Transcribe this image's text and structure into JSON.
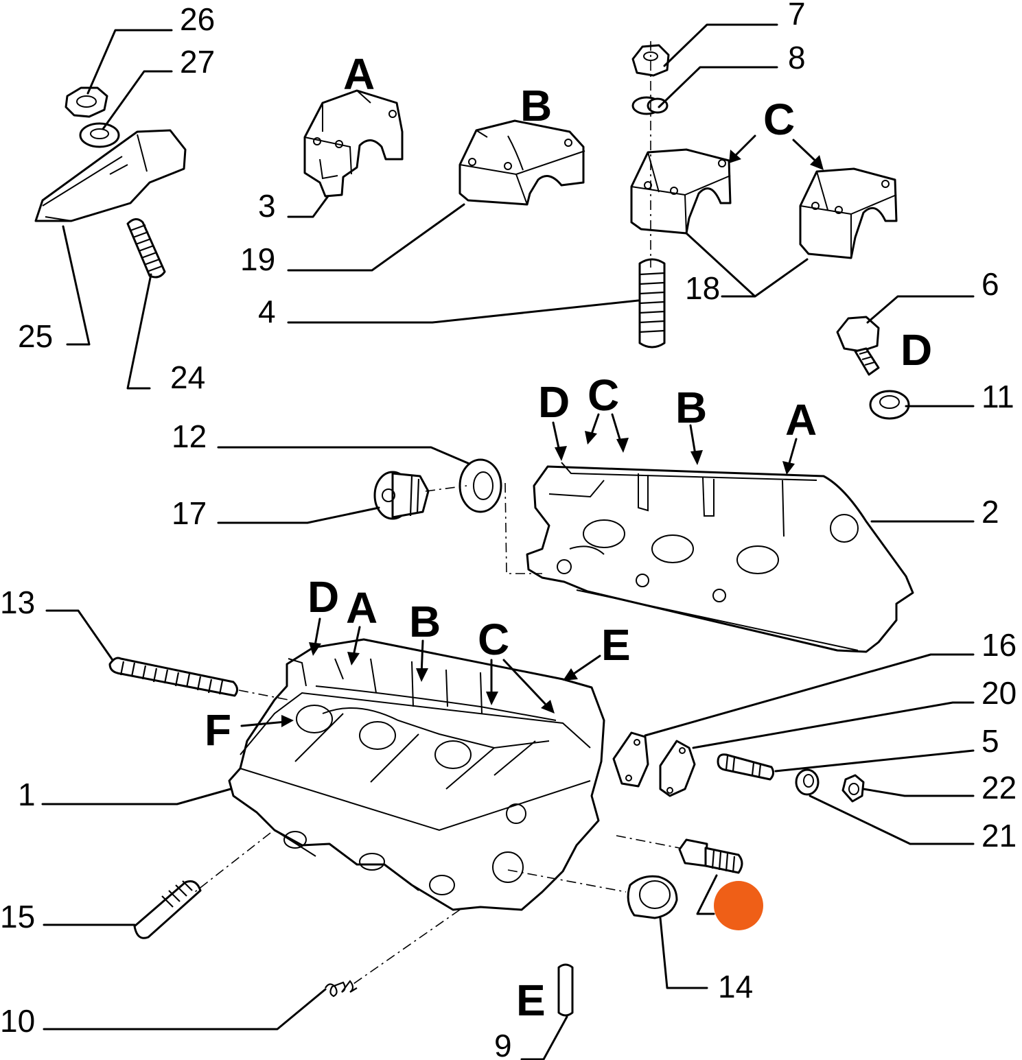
{
  "diagram": {
    "part_numbers": [
      "1",
      "2",
      "3",
      "4",
      "5",
      "6",
      "7",
      "8",
      "9",
      "10",
      "11",
      "12",
      "13",
      "14",
      "15",
      "16",
      "17",
      "18",
      "19",
      "20",
      "21",
      "22",
      "24",
      "25",
      "26",
      "27"
    ],
    "group_letters": [
      "A",
      "B",
      "C",
      "D",
      "E",
      "F"
    ],
    "highlight_color": "#ef5f17",
    "highlight_marker": "orange-dot"
  }
}
